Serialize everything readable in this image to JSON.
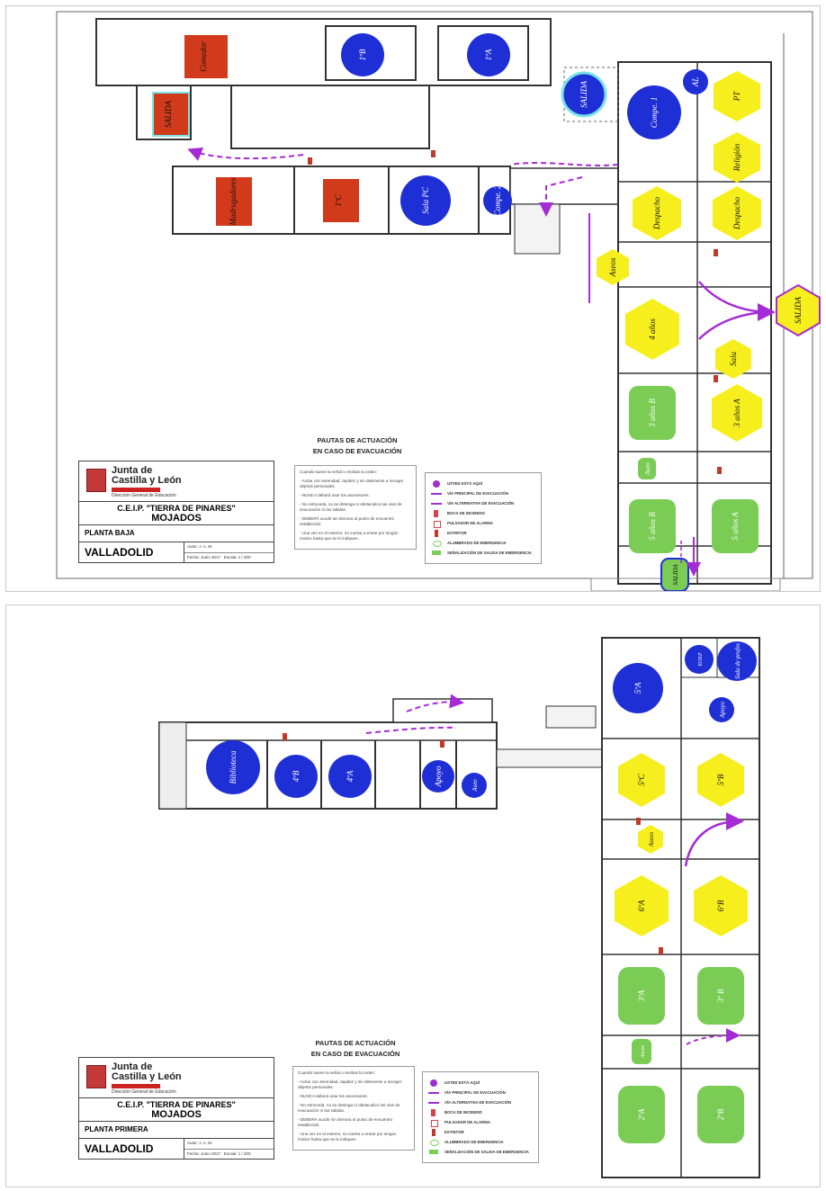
{
  "plans": [
    {
      "floor": "PLANTA BAJA",
      "rooms": {
        "comedor": "Comedor",
        "salida_left": "SALIDA",
        "r1b": "1ºB",
        "r1a": "1ºA",
        "salida_top": "SALIDA",
        "compe1": "Compe. 1",
        "al": "AL",
        "pt": "PT",
        "madrugadores": "Madrugadores",
        "r1c": "1ºC",
        "sala_pc": "Sala PC",
        "compe2": "Compe. 2",
        "religion": "Religión",
        "despacho1": "Despacho",
        "despacho2": "Despacho",
        "aseo1": "Aseos",
        "salida_right": "SALIDA",
        "cuatro_anos": "4 años",
        "sala": "Sala",
        "tres_b": "3 años B",
        "tres_a": "3 años A",
        "aseo2": "Aseo",
        "cinco_b": "5 años B",
        "cinco_a": "5 años A",
        "salida_bottom": "SALIDA"
      }
    },
    {
      "floor": "PLANTA PRIMERA",
      "rooms": {
        "biblioteca": "Biblioteca",
        "r4b": "4ºB",
        "r4a": "4ºA",
        "apoyo1": "Apoyo",
        "aseo1": "Aseo",
        "r5a": "5ºA",
        "eoep": "EOEP",
        "sala_profes": "Sala de profes",
        "apoyo2": "Apoyo",
        "r5c": "5ºC",
        "r5b": "5ºB",
        "aseo2": "Aseos",
        "r6a": "6ºA",
        "r6b": "6ºB",
        "r3a": "3ºA",
        "r3b": "3º B",
        "aseo3": "Aseos",
        "r2a": "2ºA",
        "r2b": "2ºB"
      }
    }
  ],
  "title_block": {
    "org_line1": "Junta de",
    "org_line2": "Castilla y León",
    "direction": "Dirección General de Educación",
    "school": "C.E.I.P. \"TIERRA DE PINARES\"",
    "town": "MOJADOS",
    "city": "VALLADOLID",
    "author": "Autor:   J. A. M.",
    "date": "Fecha: Junio 2017",
    "scale": "Escala: 1 / 200"
  },
  "guidelines": {
    "title1": "PAUTAS DE ACTUACIÓN",
    "title2": "EN CASO DE EVACUACIÓN",
    "items": [
      "Cuando suene la señal o recibas la orden:",
      "- Actúe con serenidad, rapidez y sin detenerse a recoger objetos personales.",
      "- NUNCA deberá usar los ascensores.",
      "- No retroceda, no se detenga ni obstaculice las vías de evacuación ni las salidas.",
      "- DEBERÁ acudir sin demora al punto de encuentro establecido.",
      "- Una vez en el exterior, no vuelva a entrar por ningún motivo hasta que se le indiquen."
    ]
  },
  "legend": [
    {
      "label": "USTED ESTÁ AQUÍ",
      "icon": "you-are-here",
      "color": "#9b2fd0"
    },
    {
      "label": "VÍA PRINCIPAL DE EVACUACIÓN",
      "icon": "main-route",
      "color": "#9b2fd0"
    },
    {
      "label": "VÍA ALTERNATIVA DE EVACUACIÓN",
      "icon": "alt-route",
      "color": "#9b2fd0"
    },
    {
      "label": "BOCA DE INCENDIO",
      "icon": "fire-hose",
      "color": "#d9414b"
    },
    {
      "label": "PULSADOR DE ALARMA",
      "icon": "alarm-button",
      "color": "#d9414b"
    },
    {
      "label": "EXTINTOR",
      "icon": "extinguisher",
      "color": "#c0392b"
    },
    {
      "label": "ALUMBRADO DE EMERGENCIA",
      "icon": "emergency-light",
      "color": "#7acc55"
    },
    {
      "label": "SEÑALIZACIÓN DE SALIDA DE EMERGENCIA",
      "icon": "exit-sign",
      "color": "#7acc55"
    }
  ],
  "colors": {
    "blue": "#1f2fd6",
    "yellow": "#f7ef1d",
    "green": "#7acc55",
    "red": "#d13a1a",
    "route": "#a52bd6"
  }
}
